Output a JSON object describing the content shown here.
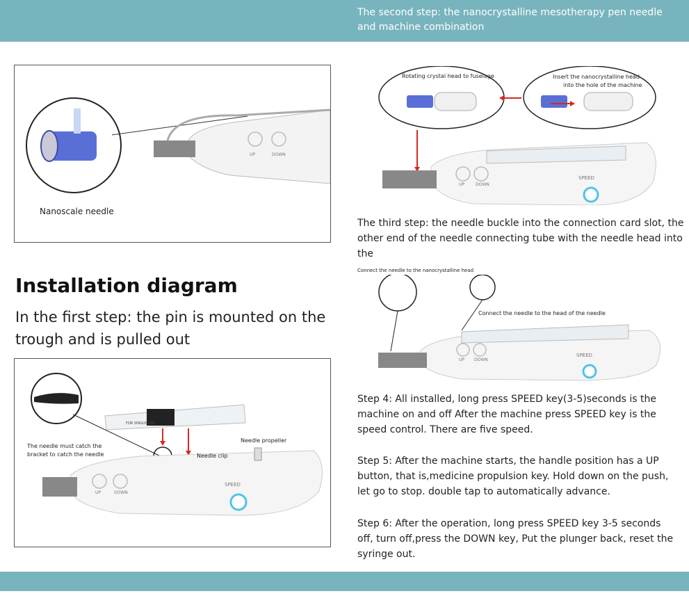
{
  "header": {
    "step2_line1": "The second step: the nanocrystalline mesotherapy pen needle",
    "step2_line2": "and machine combination"
  },
  "panel1": {
    "label": "Nanoscale needle",
    "btn_up": "UP",
    "btn_down": "DOWN"
  },
  "panel2": {
    "label_left": "Rotating crystal head to fuselage",
    "label_right_1": "Insert the nanocrystalline head",
    "label_right_2": "into the hole of the machine",
    "btn_up": "UP",
    "btn_down": "DOWN",
    "speed": "SPEED"
  },
  "installation": {
    "title": "Installation diagram",
    "first_step": "In the first step: the pin is mounted on the trough and is pulled out"
  },
  "step3": {
    "text": "The third step: the needle buckle into the connection card slot, the other end of the needle connecting tube with the needle head into the",
    "label_connect_head": "Connect the needle to the nanocrystalline head",
    "label_connect_needle": "Connect the needle to the head of the needle",
    "btn_up": "UP",
    "btn_down": "DOWN",
    "speed": "SPEED"
  },
  "panel4": {
    "label_catch_1": "The needle must catch the",
    "label_catch_2": "bracket to catch the needle",
    "label_clip": "Needle clip",
    "label_propeller": "Needle propeller",
    "syringe_text": "FOR SINGLE USE",
    "btn_up": "UP",
    "btn_down": "DOWN",
    "speed": "SPEED"
  },
  "steps": {
    "step4": "Step 4: All installed, long press SPEED key(3-5)seconds is the machine on and off After the machine press SPEED key is the speed control. There are five speed.",
    "step5": "Step 5: After the machine starts, the handle position has a UP button, that is,medicine propulsion key. Hold down on the push, let go to stop. double tap to automatically advance.",
    "step6": "Step 6: After the operation, long press SPEED key 3-5 seconds off, turn off,press the DOWN key, Put the plunger back, reset the syringe out."
  },
  "colors": {
    "band": "#78b4bd",
    "arrow_red": "#d22a22",
    "speed_ring": "#4fc3e8",
    "needle_blue": "#5a6fd6"
  }
}
